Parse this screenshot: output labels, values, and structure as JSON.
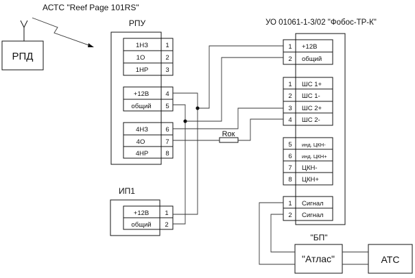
{
  "title_top": "АСТС \"Reef Page 101RS\"",
  "rpd": {
    "label": "РПД"
  },
  "rpu": {
    "label": "РПУ",
    "group1": [
      {
        "name": "1НЗ",
        "pin": "1"
      },
      {
        "name": "1О",
        "pin": "2"
      },
      {
        "name": "1НР",
        "pin": "3"
      }
    ],
    "group2": [
      {
        "name": "+12В",
        "pin": "4"
      },
      {
        "name": "общий",
        "pin": "5"
      }
    ],
    "group3": [
      {
        "name": "4НЗ",
        "pin": "6"
      },
      {
        "name": "4О",
        "pin": "7"
      },
      {
        "name": "4НР",
        "pin": "8"
      }
    ]
  },
  "ip1": {
    "label": "ИП1",
    "rows": [
      {
        "name": "+12В",
        "pin": "1"
      },
      {
        "name": "общий",
        "pin": "2"
      }
    ]
  },
  "resistor": {
    "label": "Rок"
  },
  "uo": {
    "label": "УО 01061-1-3/02 \"Фобос-ТР-К\"",
    "power": [
      {
        "pin": "1",
        "name": "+12В"
      },
      {
        "pin": "2",
        "name": "общий"
      }
    ],
    "loops": [
      {
        "pin": "1",
        "name": "ШС 1+"
      },
      {
        "pin": "2",
        "name": "ШС 1-"
      },
      {
        "pin": "3",
        "name": "ШС 2+"
      },
      {
        "pin": "4",
        "name": "ШС 2-"
      }
    ],
    "ckn": [
      {
        "pin": "5",
        "name": "инд. ЦКН-"
      },
      {
        "pin": "6",
        "name": "инд. ЦКН+"
      },
      {
        "pin": "7",
        "name": "ЦКН-"
      },
      {
        "pin": "8",
        "name": "ЦКН+"
      }
    ],
    "signal": [
      {
        "pin": "1",
        "name": "Сигнал"
      },
      {
        "pin": "2",
        "name": "Сигнал"
      }
    ]
  },
  "bp": {
    "label": "\"БП\""
  },
  "atlas": {
    "label": "\"Атлас\""
  },
  "ats": {
    "label": "АТС"
  }
}
